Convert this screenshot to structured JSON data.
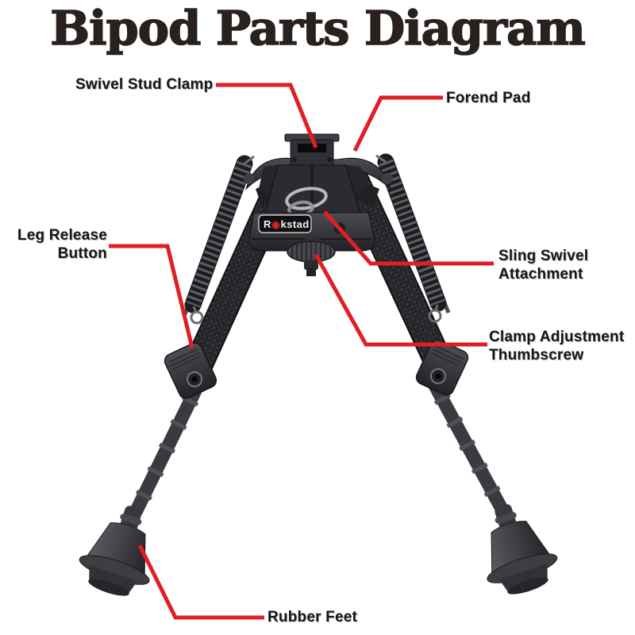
{
  "title": "Bipod Parts Diagram",
  "colors": {
    "callout": "#e01f24",
    "title": "#29211e",
    "label": "#161616",
    "logo_accent": "#e02127"
  },
  "labels": {
    "swivel_stud_clamp": "Swivel Stud Clamp",
    "forend_pad": "Forend Pad",
    "leg_release_button": "Leg Release\nButton",
    "sling_swivel_attachment": "Sling Swivel\nAttachment",
    "clamp_adjustment_thumbscrew": "Clamp Adjustment\nThumbscrew",
    "rubber_feet": "Rubber Feet"
  },
  "logo": {
    "r": "R",
    "o_icon": "◉",
    "rest": "kstad"
  }
}
